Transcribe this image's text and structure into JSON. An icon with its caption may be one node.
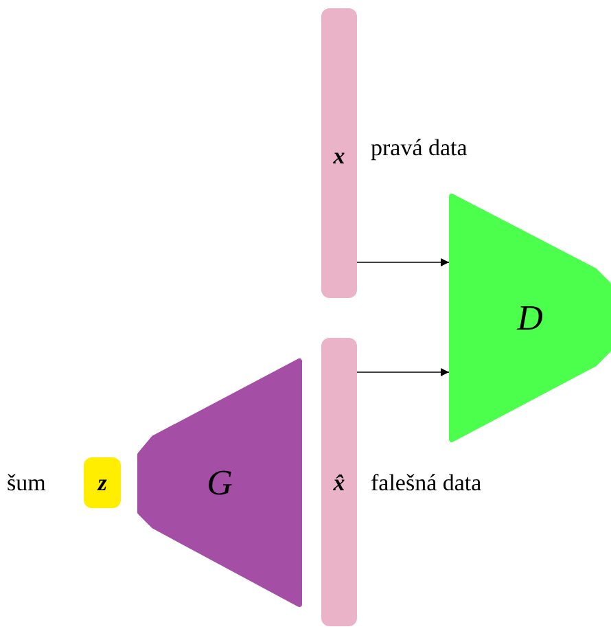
{
  "diagram": {
    "nodes": [
      {
        "text": [
          "x"
        ],
        "beside": [
          "pravá data"
        ]
      },
      {
        "text": [
          "x̂"
        ],
        "beside": [
          "falešná data"
        ]
      },
      {
        "text": [
          "D"
        ]
      },
      {
        "text": [
          "G"
        ]
      },
      {
        "text": [
          "z"
        ],
        "beside": [
          "šum"
        ]
      }
    ],
    "edges": [
      {
        "from": 0,
        "to": 2,
        "arrow": "to"
      },
      {
        "from": 1,
        "to": 2,
        "arrow": "to"
      }
    ]
  }
}
